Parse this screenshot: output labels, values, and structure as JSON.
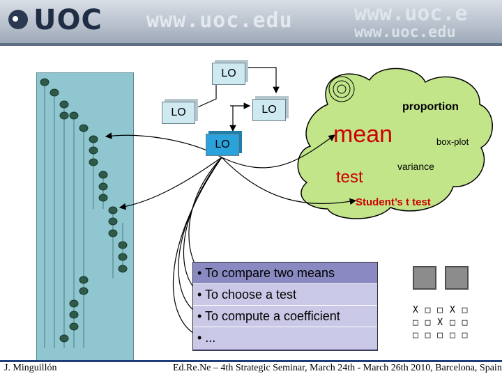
{
  "header": {
    "logo_text": "UOC",
    "site_url": "www.uoc.edu",
    "site_url_right_top": "www.uoc.e",
    "site_url_right_bottom": "www.uoc.edu"
  },
  "lo_boxes": [
    "LO",
    "LO",
    "LO",
    "LO"
  ],
  "cloud": {
    "mean": "mean",
    "test": "test",
    "proportion": "proportion",
    "box_plot": "box-plot",
    "variance": "variance",
    "students_t_test": "Student’s t test"
  },
  "list": {
    "items": [
      "• To compare two means",
      "• To choose a test",
      "• To compute a coefficient",
      "• ..."
    ]
  },
  "nav": {
    "home_icon": "home-icon",
    "info_icon": "info-icon"
  },
  "grid": {
    "rows": [
      "X □ □ X □",
      "□ □ X □ □",
      "□ □ □ □ □"
    ]
  },
  "footer": {
    "author": "J. Minguillón",
    "event": "Ed.Re.Ne – 4th Strategic Seminar, March 24th - March 26th 2010, Barcelona, Spain"
  },
  "colors": {
    "cloud_fill": "#c3e58a",
    "lo_blue": "#2aa3dc",
    "tree_panel": "#8fc6cf",
    "list_header": "#8a89c2",
    "list_rows": "#c9c8e6",
    "accent_red": "#cc0000"
  }
}
